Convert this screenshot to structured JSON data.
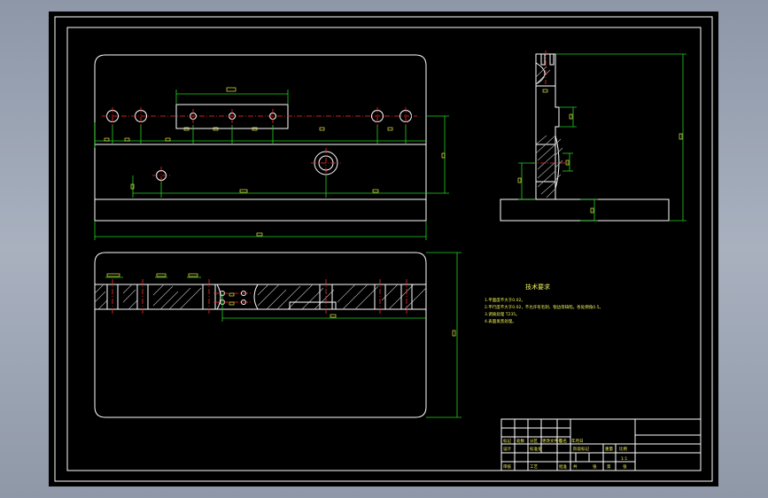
{
  "drawing": {
    "technical_requirements": {
      "title": "技术要求",
      "lines": [
        "1.平面度不大于0.02。",
        "2.平行度不大于0.02，不允许有毛刺、锐边等缺陷，各处倒角0.5。",
        "3.调质处理 T235。",
        "4.表面发黑处理。"
      ]
    },
    "title_block": {
      "cells": [
        "标记",
        "处数",
        "分区",
        "更改文件号",
        "签名",
        "年月日",
        "设计",
        "标准化",
        "阶段标记",
        "重量",
        "比例",
        "审核",
        "工艺",
        "批准",
        "共",
        "张",
        "第",
        "张",
        "1:1"
      ]
    }
  }
}
